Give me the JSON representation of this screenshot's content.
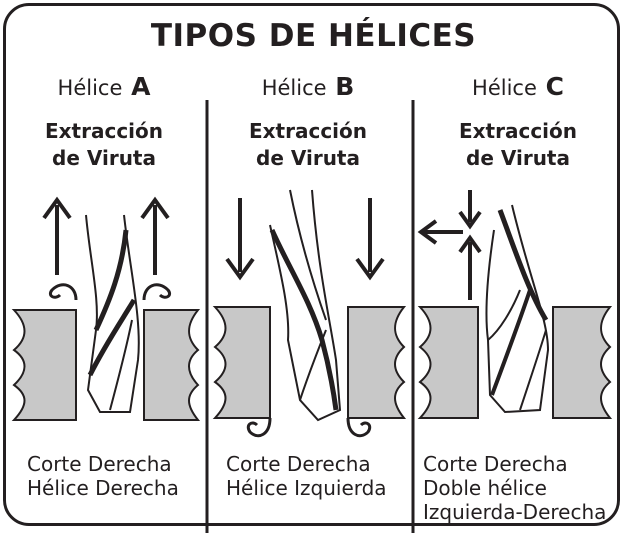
{
  "title": "TIPOS DE HÉLICES",
  "columns": [
    {
      "helix_word": "Hélice",
      "helix_letter": "A",
      "extraction_line1": "Extracción",
      "extraction_line2": "de Viruta",
      "caption": [
        "Corte Derecha",
        "Hélice Derecha"
      ],
      "chip_direction": "up"
    },
    {
      "helix_word": "Hélice",
      "helix_letter": "B",
      "extraction_line1": "Extracción",
      "extraction_line2": "de Viruta",
      "caption": [
        "Corte Derecha",
        "Hélice Izquierda"
      ],
      "chip_direction": "down"
    },
    {
      "helix_word": "Hélice",
      "helix_letter": "C",
      "extraction_line1": "Extracción",
      "extraction_line2": "de Viruta",
      "caption": [
        "Corte Derecha",
        "Doble hélice",
        "Izquierda-Derecha"
      ],
      "chip_direction": "sideways"
    }
  ],
  "colors": {
    "ink": "#231f20",
    "workpiece": "#c8c8c8"
  }
}
